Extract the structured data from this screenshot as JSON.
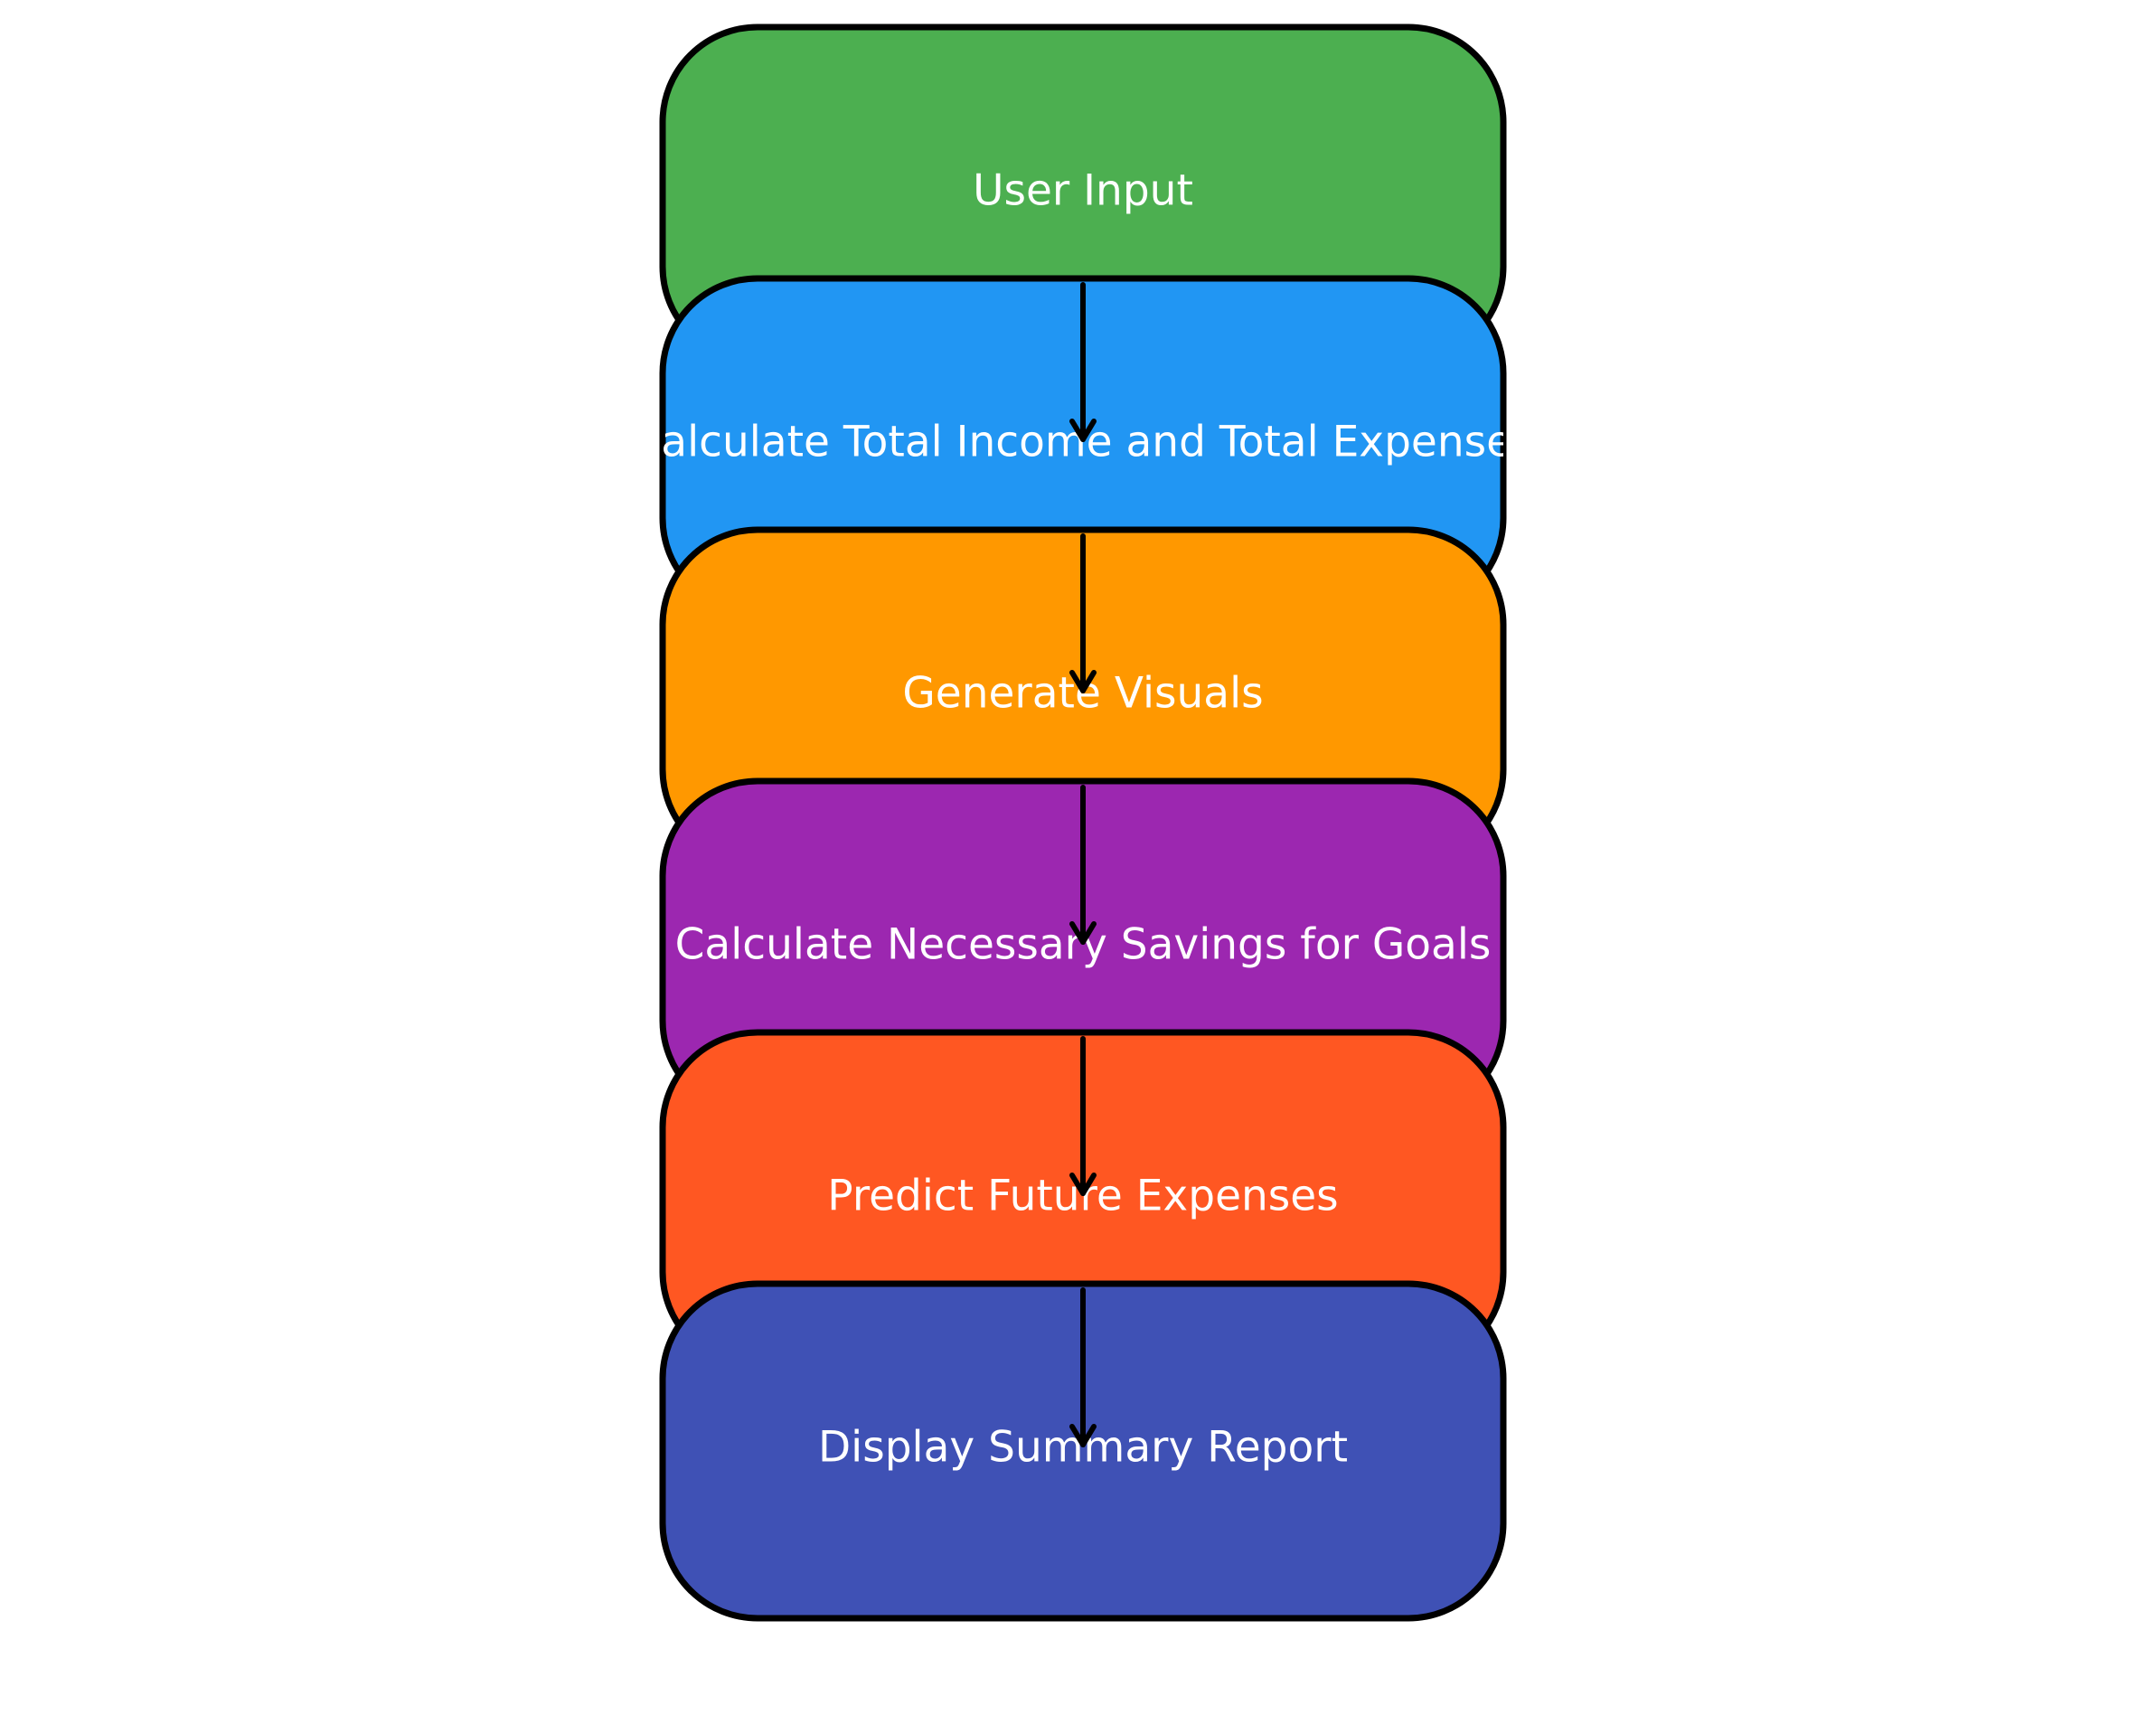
{
  "flowchart": {
    "steps": [
      {
        "id": "user-input",
        "label": "User Input",
        "color": "#4CAF50"
      },
      {
        "id": "calculate-totals",
        "label": "Calculate Total Income and Total Expenses",
        "color": "#2196F3"
      },
      {
        "id": "generate-visuals",
        "label": "Generate Visuals",
        "color": "#FF9800"
      },
      {
        "id": "calculate-savings",
        "label": "Calculate Necessary Savings for Goals",
        "color": "#9C27B0"
      },
      {
        "id": "predict-expenses",
        "label": "Predict Future Expenses",
        "color": "#FF5722"
      },
      {
        "id": "display-report",
        "label": "Display Summary Report",
        "color": "#3F51B5"
      }
    ],
    "edges": [
      {
        "from": "user-input",
        "to": "calculate-totals"
      },
      {
        "from": "calculate-totals",
        "to": "generate-visuals"
      },
      {
        "from": "generate-visuals",
        "to": "calculate-savings"
      },
      {
        "from": "calculate-savings",
        "to": "predict-expenses"
      },
      {
        "from": "predict-expenses",
        "to": "display-report"
      }
    ],
    "border_color": "#000000",
    "text_color": "#ffffff"
  }
}
